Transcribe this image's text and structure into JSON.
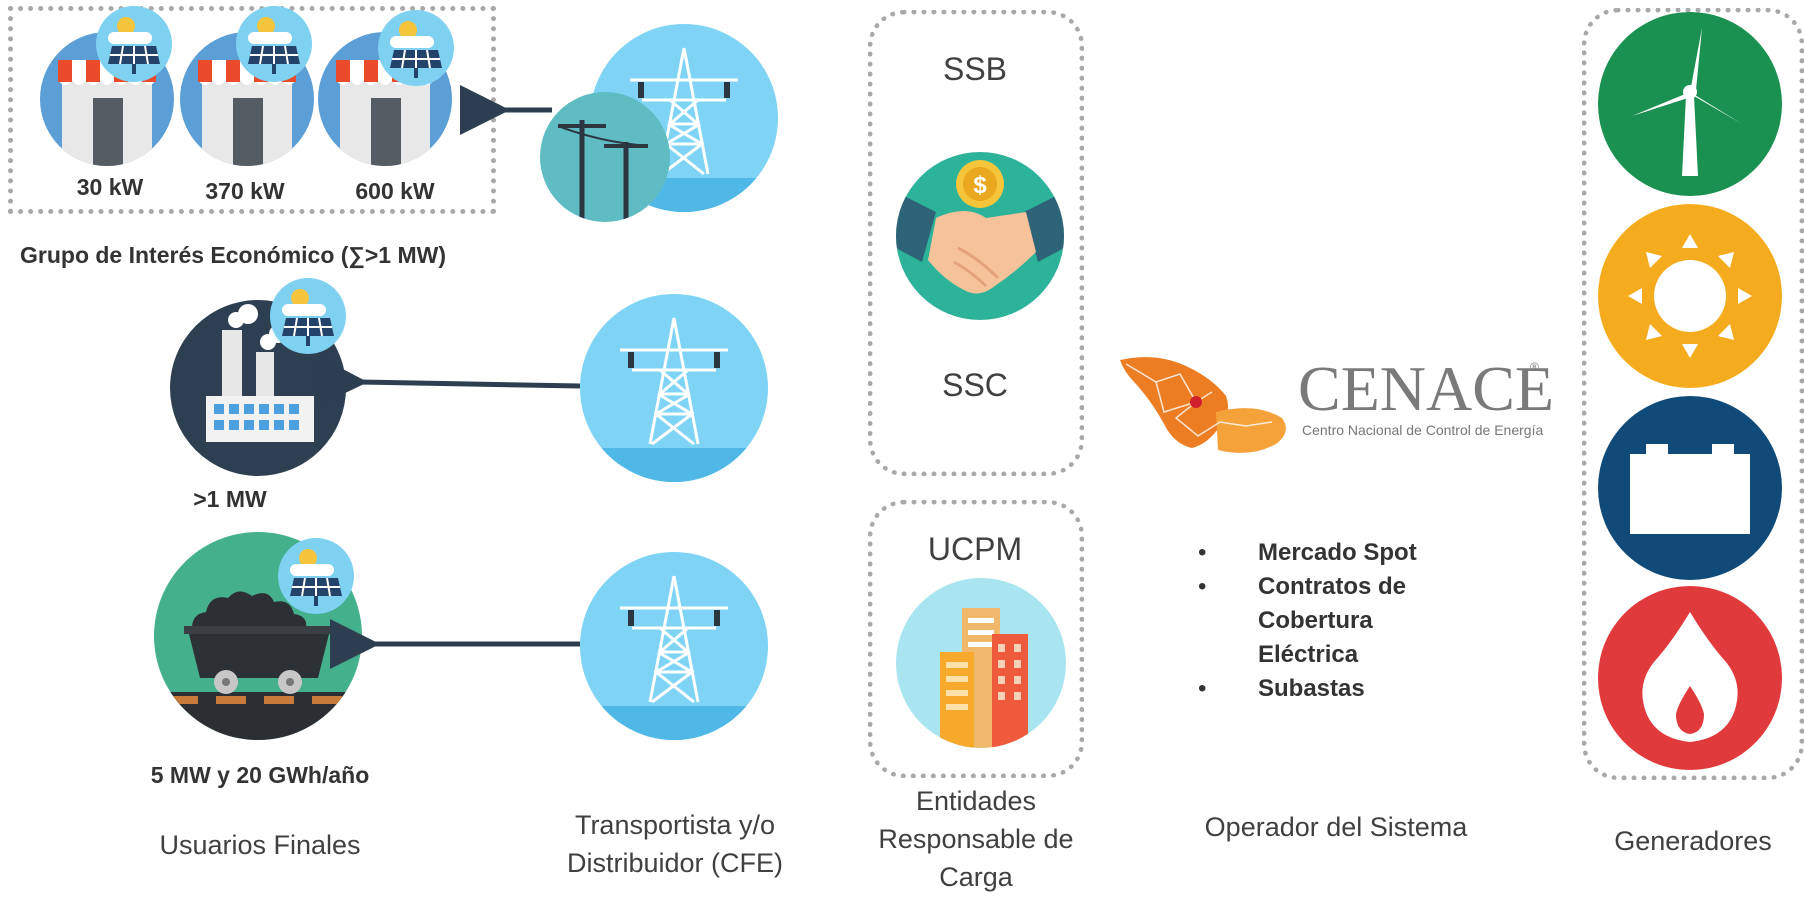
{
  "usuarios": {
    "group_values": [
      "30 kW",
      "370 kW",
      "600 kW"
    ],
    "group_label": "Grupo de Interés Económico (∑>1 MW)",
    "factory_value": ">1 MW",
    "mine_value": "5 MW y 20 GWh/año",
    "column_label": "Usuarios Finales"
  },
  "transportista": {
    "column_label": "Transportista y/o Distribuidor (CFE)"
  },
  "entidades": {
    "ssb": "SSB",
    "ssc": "SSC",
    "ucpm": "UCPM",
    "column_label": "Entidades Responsable de Carga"
  },
  "operador": {
    "logo_name": "CENACE",
    "logo_subtitle": "Centro Nacional de Control de Energía",
    "bullets": [
      "Mercado Spot",
      "Contratos de Cobertura Eléctrica",
      "Subastas"
    ],
    "column_label": "Operador del Sistema"
  },
  "generadores": {
    "column_label": "Generadores",
    "icons": [
      "wind-turbine-icon",
      "sun-icon",
      "battery-icon",
      "flame-icon"
    ],
    "colors": [
      "#1a9150",
      "#f5ab1e",
      "#0f4a79",
      "#e03a3c"
    ]
  }
}
